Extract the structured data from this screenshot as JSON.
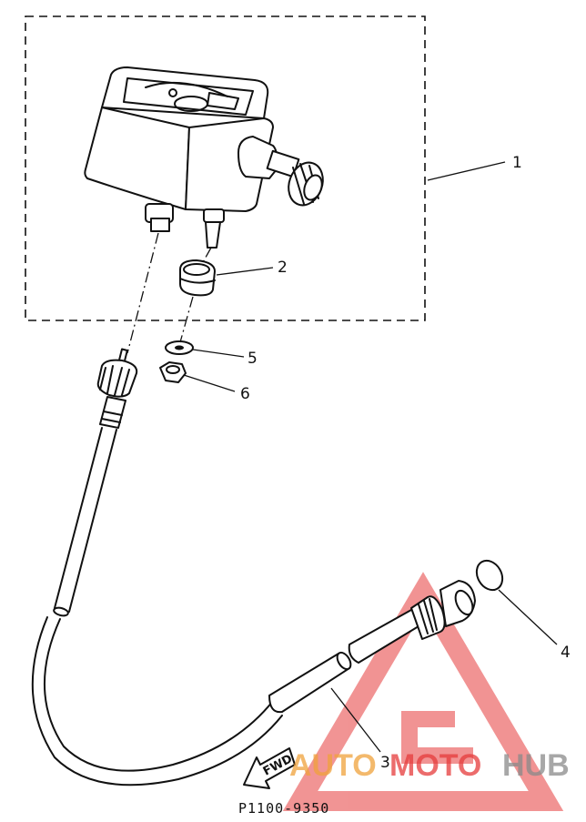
{
  "callouts": {
    "c1": "1",
    "c2": "2",
    "c3": "3",
    "c4": "4",
    "c5": "5",
    "c6": "6"
  },
  "part_code": "P1100-9350",
  "direction_label": "FWD",
  "watermark": {
    "part1": "AUTO",
    "part2": "MOTO",
    "part3": "HUB",
    "color_red": "#e63c3c",
    "color_orange": "#f0a23c",
    "color_gray": "#8a8a8a"
  }
}
